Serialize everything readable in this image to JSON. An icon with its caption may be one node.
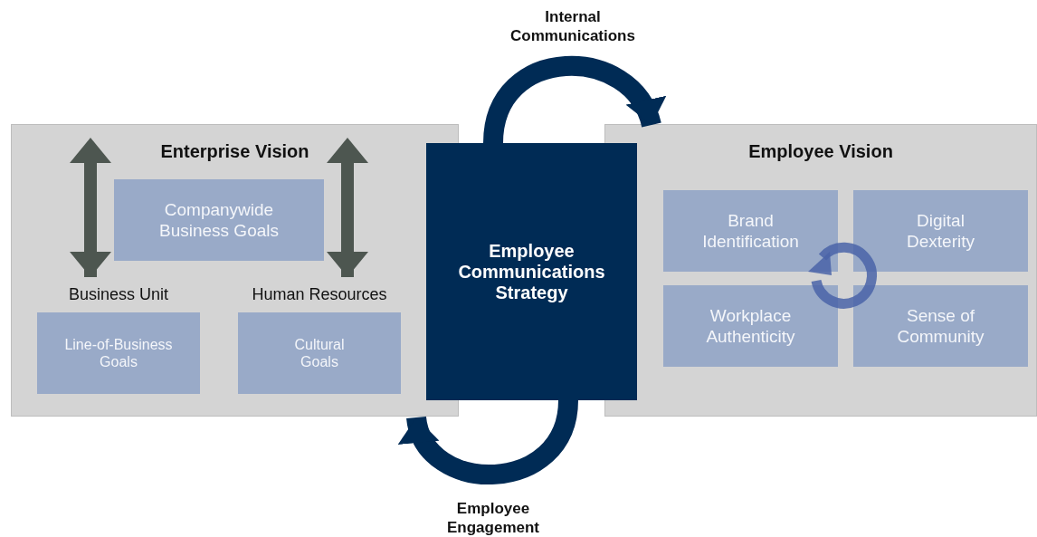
{
  "diagram": {
    "nodes": [
      {
        "text": [
          "Enterprise Vision"
        ]
      },
      {
        "text": [
          "Companywide Business Goals"
        ],
        "in": 0
      },
      {
        "text": [
          "Business Unit",
          "Line-of-Business Goals"
        ],
        "in": 0
      },
      {
        "text": [
          "Human Resources",
          "Cultural Goals"
        ],
        "in": 0
      },
      {
        "text": [
          "Employee Communications Strategy"
        ]
      },
      {
        "text": [
          "Employee Vision"
        ]
      },
      {
        "text": [
          "Brand Identification"
        ],
        "in": 5
      },
      {
        "text": [
          "Digital Dexterity"
        ],
        "in": 5
      },
      {
        "text": [
          "Workplace Authenticity"
        ],
        "in": 5
      },
      {
        "text": [
          "Sense of Community"
        ],
        "in": 5
      }
    ],
    "edges": [
      {
        "from": 1,
        "to": 2,
        "arrow": "both",
        "color": "#4d5650"
      },
      {
        "from": 1,
        "to": 3,
        "arrow": "both",
        "color": "#4d5650"
      },
      {
        "from": 4,
        "to": 5,
        "arrow": "to",
        "label": "Internal Communications",
        "color": "#002b55"
      },
      {
        "from": 4,
        "to": 0,
        "arrow": "to",
        "label": "Employee Engagement",
        "color": "#002b55"
      }
    ]
  }
}
